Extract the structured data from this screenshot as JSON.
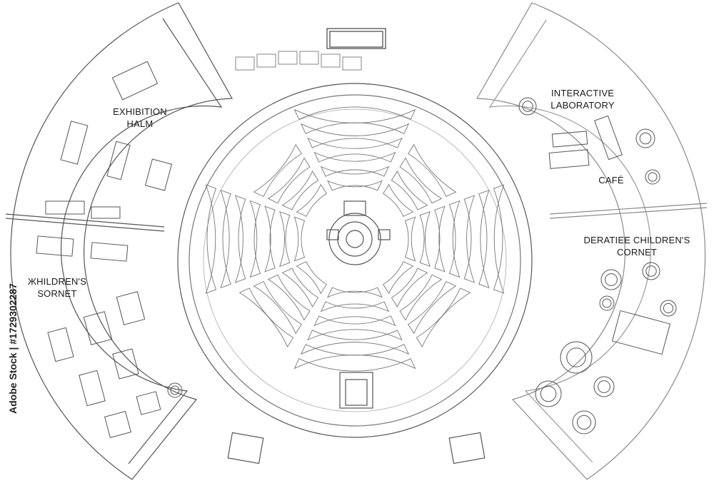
{
  "labels": {
    "exhibition": "EXHIBITION\nHALM",
    "laboratory": "INTERACTIVE\nLABORATORY",
    "cafe": "CAFÉ",
    "childrens_right": "DERATIEE CHILDREN'S\nCORNET",
    "childrens_left": "ЖHILDREN'S\nSORNET"
  },
  "stock_id": "Adobe Stock | #1729302287",
  "colors": {
    "line": "#555555",
    "light_line": "#9a9a9a",
    "text": "#1a1a1a",
    "background": "#ffffff"
  }
}
